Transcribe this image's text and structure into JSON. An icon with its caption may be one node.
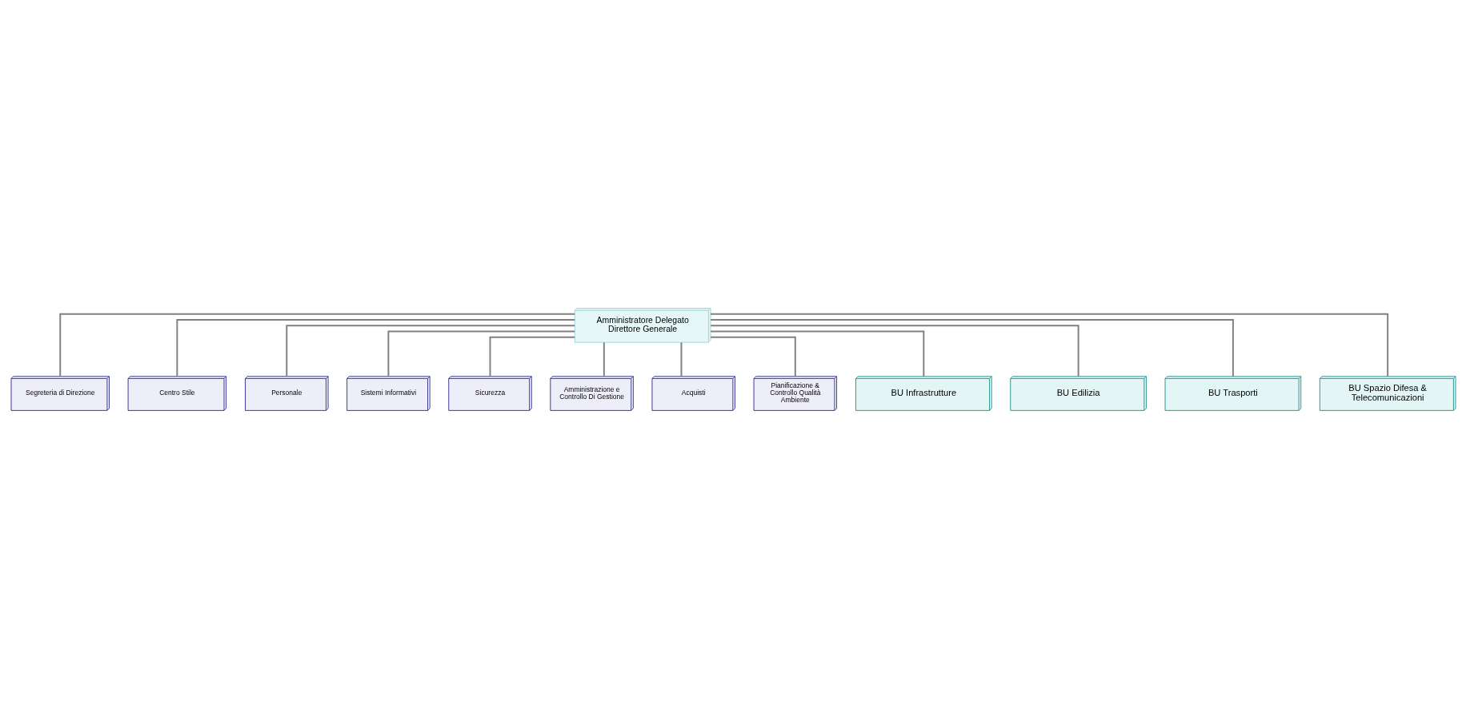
{
  "diagram": {
    "nodes": [
      {
        "text": [
          "Amministratore Delegato Direttore Generale"
        ]
      },
      {
        "text": [
          "Segreteria di Direzione"
        ]
      },
      {
        "text": [
          "Centro Stile"
        ]
      },
      {
        "text": [
          "Personale"
        ]
      },
      {
        "text": [
          "Sistemi Informativi"
        ]
      },
      {
        "text": [
          "Sicurezza"
        ]
      },
      {
        "text": [
          "Amministrazione e Controllo Di Gestione"
        ]
      },
      {
        "text": [
          "Acquisti"
        ]
      },
      {
        "text": [
          "Pianificazione & Controllo Qualità Ambiente"
        ]
      },
      {
        "text": [
          "BU Infrastrutture"
        ]
      },
      {
        "text": [
          "BU Edilizia"
        ]
      },
      {
        "text": [
          "BU Trasporti"
        ]
      },
      {
        "text": [
          "BU Spazio Difesa & Telecomunicazioni"
        ]
      }
    ],
    "edges": [
      {
        "from": 0,
        "to": 1,
        "arrow": "none"
      },
      {
        "from": 0,
        "to": 2,
        "arrow": "none"
      },
      {
        "from": 0,
        "to": 3,
        "arrow": "none"
      },
      {
        "from": 0,
        "to": 4,
        "arrow": "none"
      },
      {
        "from": 0,
        "to": 5,
        "arrow": "none"
      },
      {
        "from": 0,
        "to": 6,
        "arrow": "none"
      },
      {
        "from": 0,
        "to": 7,
        "arrow": "none"
      },
      {
        "from": 0,
        "to": 8,
        "arrow": "none"
      },
      {
        "from": 0,
        "to": 9,
        "arrow": "none"
      },
      {
        "from": 0,
        "to": 10,
        "arrow": "none"
      },
      {
        "from": 0,
        "to": 11,
        "arrow": "none"
      },
      {
        "from": 0,
        "to": 12,
        "arrow": "none"
      }
    ]
  }
}
